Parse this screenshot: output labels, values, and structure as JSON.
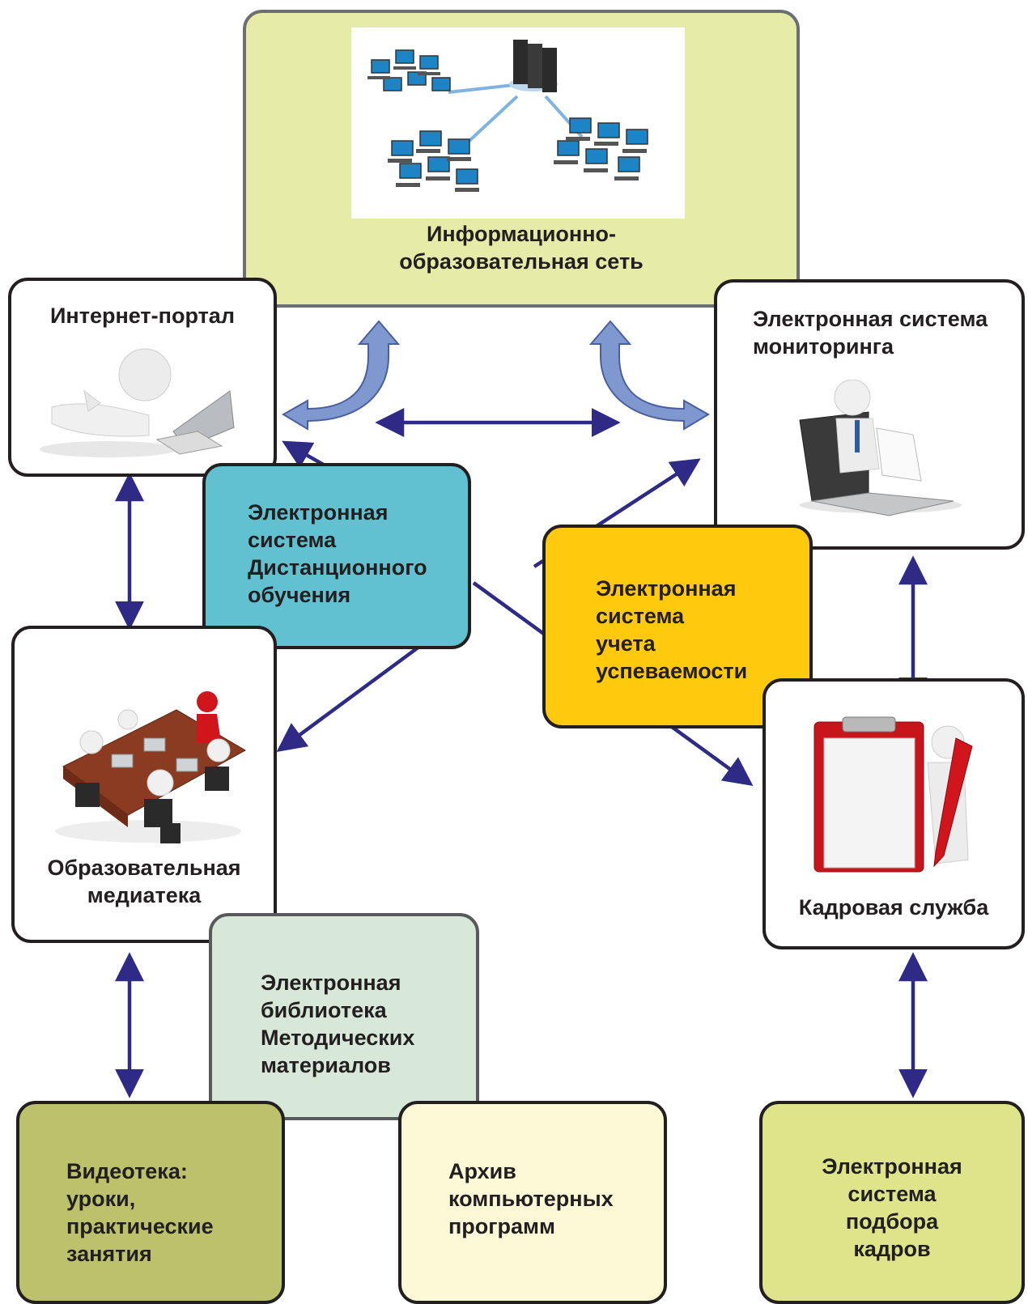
{
  "network": {
    "title": "Информационно-\nобразовательная сеть",
    "icon": "computer-network-icon"
  },
  "portal": {
    "title": "Интернет-портал",
    "icon": "person-with-laptop-icon"
  },
  "monitoring": {
    "title": "Электронная система\nмониторинга",
    "icon": "person-with-document-laptop-icon"
  },
  "distance": {
    "title": "Электронная\nсистема\nДистанционного\nобучения"
  },
  "grades": {
    "title": "Электронная\nсистема\nучета\nуспеваемости"
  },
  "mediateka": {
    "title": "Образовательная\nмедиатека",
    "icon": "meeting-table-icon"
  },
  "hr": {
    "title": "Кадровая служба",
    "icon": "clipboard-and-pen-icon"
  },
  "library": {
    "title": "Электронная\nбиблиотека\nМетодических\nматериалов"
  },
  "video": {
    "title": "Видеотека:\nуроки,\nпрактические\nзанятия"
  },
  "archive": {
    "title": "Архив\nкомпьютерных\nпрограмм"
  },
  "selection": {
    "title": "Электронная\nсистема\nподбора\nкадров"
  },
  "colors": {
    "network_bg": "#e6eca8",
    "distance_bg": "#62c1d0",
    "grades_bg": "#ffc90e",
    "library_bg": "#d7e8d8",
    "video_bg": "#bcc16c",
    "archive_bg": "#fdf9d7",
    "selection_bg": "#dde48a",
    "arrow_dark": "#2e2a86",
    "arrow_light": "#7f98cf"
  }
}
